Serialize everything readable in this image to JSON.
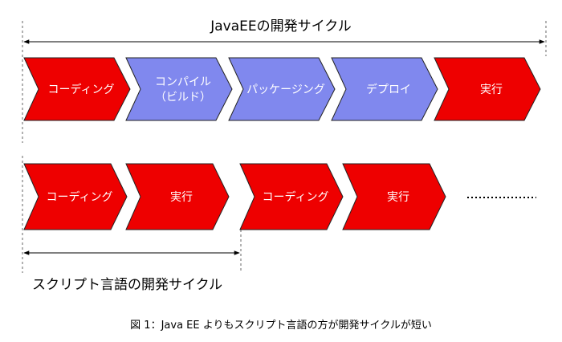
{
  "diagram": {
    "top_title": "JavaEEの開発サイクル",
    "bottom_title": "スクリプト言語の開発サイクル",
    "caption": "図 1：Java EE よりもスクリプト言語の方が開発サイクルが短い",
    "javaee_cycle": [
      {
        "label": "コーディング",
        "kind": "red"
      },
      {
        "label": "コンパイル\n（ビルド）",
        "kind": "blue"
      },
      {
        "label": "パッケージング",
        "kind": "blue"
      },
      {
        "label": "デプロイ",
        "kind": "blue"
      },
      {
        "label": "実行",
        "kind": "red"
      }
    ],
    "script_cycle": [
      {
        "label": "コーディング",
        "kind": "red"
      },
      {
        "label": "実行",
        "kind": "red"
      },
      {
        "label": "コーディング",
        "kind": "red"
      },
      {
        "label": "実行",
        "kind": "red"
      }
    ],
    "colors": {
      "red": "#ee0000",
      "blue": "#8088ee",
      "stroke": "#222222",
      "text": "#ffffff"
    }
  }
}
